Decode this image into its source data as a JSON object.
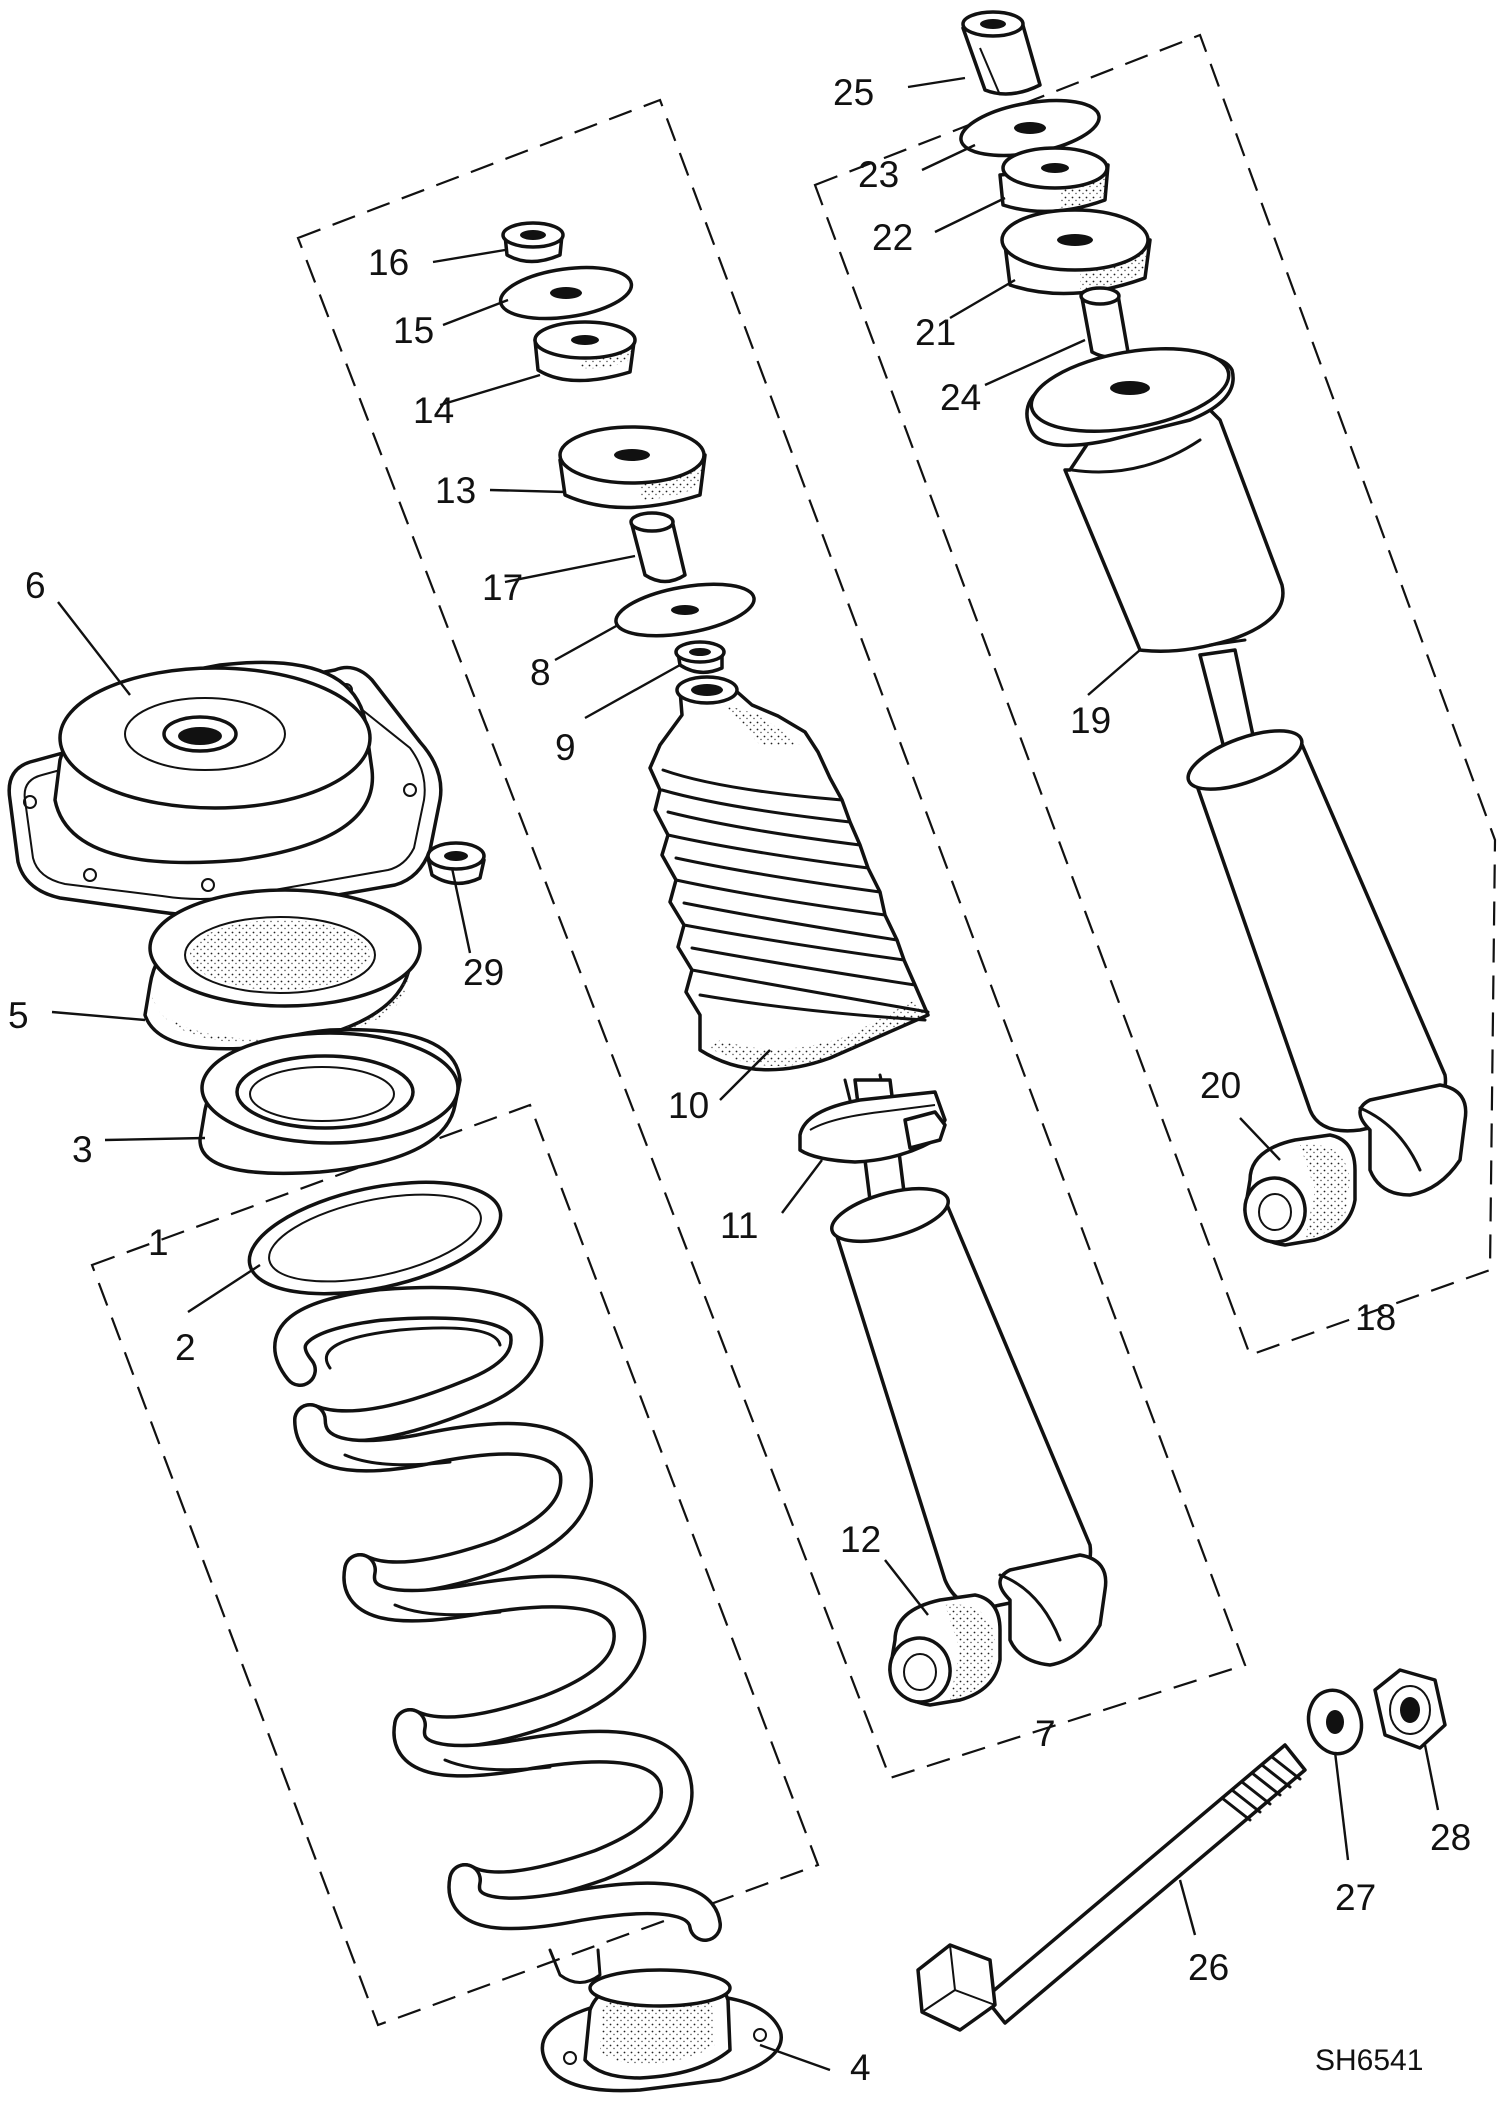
{
  "diagram_code": "SH6541",
  "callouts": {
    "c1": "1",
    "c2": "2",
    "c3": "3",
    "c4": "4",
    "c5": "5",
    "c6": "6",
    "c7": "7",
    "c8": "8",
    "c9": "9",
    "c10": "10",
    "c11": "11",
    "c12": "12",
    "c13": "13",
    "c14": "14",
    "c15": "15",
    "c16": "16",
    "c17": "17",
    "c18": "18",
    "c19": "19",
    "c20": "20",
    "c21": "21",
    "c22": "22",
    "c23": "23",
    "c24": "24",
    "c25": "25",
    "c26": "26",
    "c27": "27",
    "c28": "28",
    "c29": "29"
  }
}
